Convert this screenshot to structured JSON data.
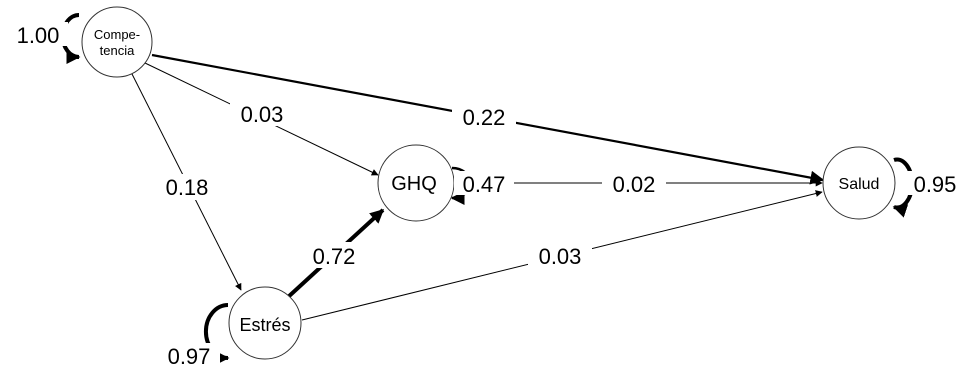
{
  "nodes": {
    "competencia": {
      "line1": "Compe-",
      "line2": "tencia"
    },
    "ghq": {
      "label": "GHQ"
    },
    "estres": {
      "label": "Estrés"
    },
    "salud": {
      "label": "Salud"
    }
  },
  "edges": {
    "competencia_salud": "0.22",
    "competencia_ghq": "0.03",
    "competencia_estres": "0.18",
    "estres_ghq": "0.72",
    "ghq_salud": "0.02",
    "estres_salud": "0.03"
  },
  "variances": {
    "competencia": "1.00",
    "ghq": "0.47",
    "estres": "0.97",
    "salud": "0.95"
  },
  "colors": {
    "line": "#000000",
    "node_fill": "#ffffff",
    "node_stroke": "#333333"
  }
}
